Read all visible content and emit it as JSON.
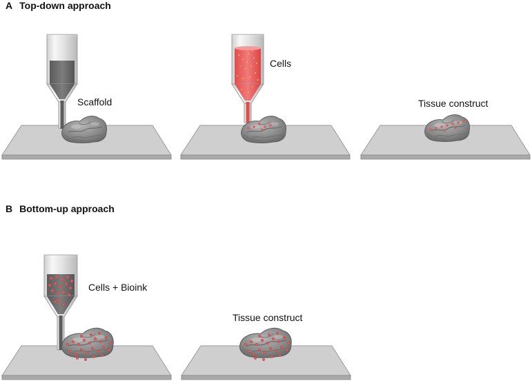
{
  "sections": [
    {
      "letter": "A",
      "title": "Top-down approach"
    },
    {
      "letter": "B",
      "title": "Bottom-up approach"
    }
  ],
  "labels": {
    "scaffold": "Scaffold",
    "cells": "Cells",
    "tissue_construct_a": "Tissue construct",
    "cells_bioink": "Cells + Bioink",
    "tissue_construct_b": "Tissue construct"
  },
  "colors": {
    "platform_top": "#cfcfcf",
    "platform_edge": "#a8a8a8",
    "scaffold": "#8a8a8a",
    "cell_fill": "#e35b5b",
    "cell_medium": "#e85c5c",
    "nozzle_grey": "#6e6e6e"
  }
}
